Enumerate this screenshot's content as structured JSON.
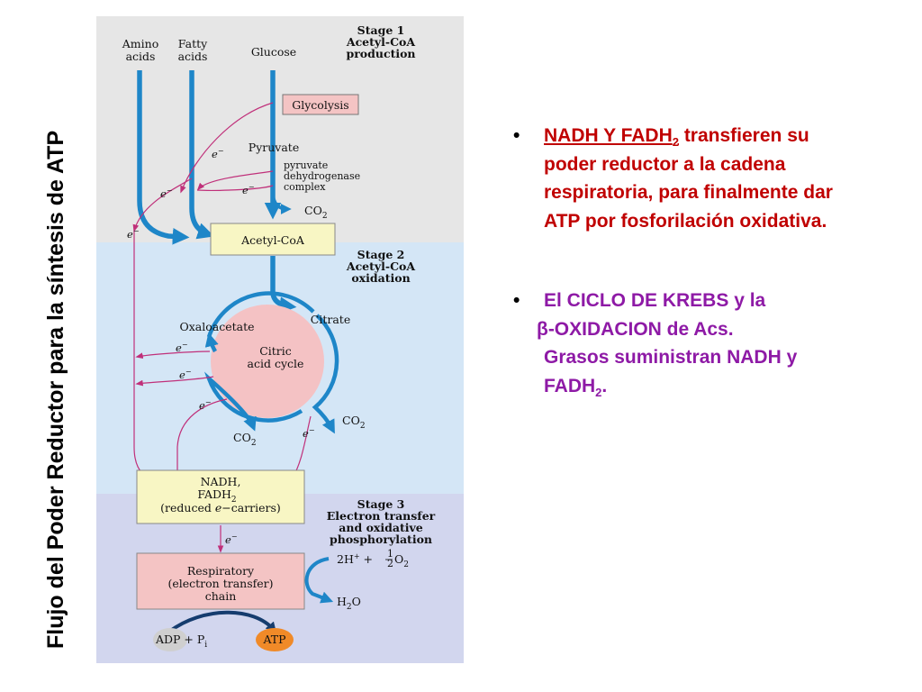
{
  "side_title": "Flujo del Poder Reductor para la síntesis de ATP",
  "diagram": {
    "stage1": {
      "title": "Stage 1",
      "line1": "Acetyl-CoA",
      "line2": "production"
    },
    "stage2": {
      "title": "Stage 2",
      "line1": "Acetyl-CoA",
      "line2": "oxidation"
    },
    "stage3": {
      "title": "Stage 3",
      "line1": "Electron transfer",
      "line2": "and oxidative",
      "line3": "phosphorylation"
    },
    "amino_1": "Amino",
    "amino_2": "acids",
    "fatty_1": "Fatty",
    "fatty_2": "acids",
    "glucose": "Glucose",
    "glycolysis": "Glycolysis",
    "pyruvate": "Pyruvate",
    "pdh_1": "pyruvate",
    "pdh_2": "dehydrogenase",
    "pdh_3": "complex",
    "co2": "CO",
    "co2_sub": "2",
    "acetyl_coa": "Acetyl-CoA",
    "oxaloacetate": "Oxaloacetate",
    "citrate": "Citrate",
    "cycle_1": "Citric",
    "cycle_2": "acid cycle",
    "nadh": "NADH,",
    "fadh": "FADH",
    "fadh_sub": "2",
    "carriers_pre": "(reduced ",
    "carriers_e": "e",
    "carriers_post": "−carriers)",
    "electron": "e",
    "electron_sup": "−",
    "resp_1": "Respiratory",
    "resp_2": "(electron transfer)",
    "resp_3": "chain",
    "h2_pre": "2H",
    "h2_sup": "+",
    "h2_mid": " + ",
    "h2_num": "1",
    "h2_den": "2",
    "o2": "O",
    "o2_sub": "2",
    "h2o_h": "H",
    "h2o_sub": "2",
    "h2o_o": "O",
    "adp": "ADP + P",
    "adp_sub": "i",
    "atp": "ATP"
  },
  "bullets": {
    "b1_under": "NADH Y FADH",
    "b1_under_sub": "2",
    "b1_rest": " transfieren su poder reductor a la cadena respiratoria, para finalmente dar ATP por fosforilación oxidativa.",
    "b2_line1": "El CICLO DE KREBS y la",
    "b2_beta": "β-OXIDACION de Acs.",
    "b2_rest": "Grasos suministran NADH y FADH",
    "b2_sub": "2",
    "b2_end": ".",
    "bullet_char": "•"
  },
  "colors": {
    "stage1_bg": "#e6e6e6",
    "stage2_bg": "#d4e6f6",
    "stage3_bg": "#d2d6ee",
    "box_yellow": "#f8f6c4",
    "box_pink": "#f4c4c4",
    "blue_arrow": "#1e86c8",
    "electron_arrow": "#c0307a",
    "cycle_fill": "#f4c2c4",
    "adp_fill": "#cfcfcf",
    "atp_fill": "#f08a28",
    "bullet1": "#c00000",
    "bullet2": "#8e1aa6"
  }
}
